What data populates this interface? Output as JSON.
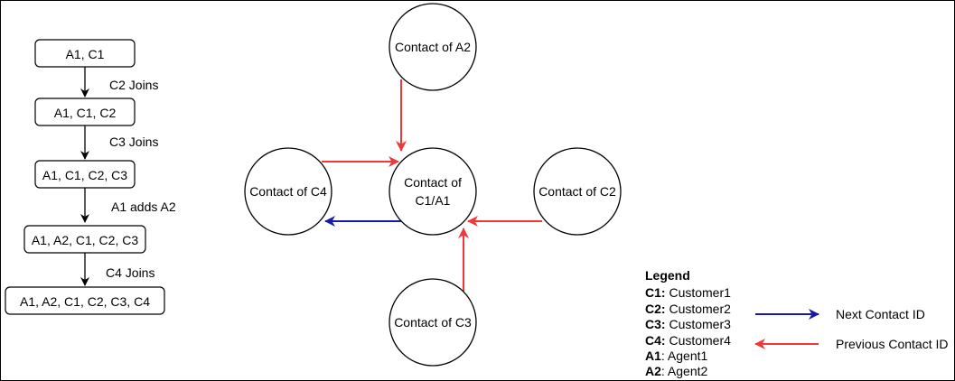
{
  "colors": {
    "next": "#1a1aaa",
    "previous": "#f03838",
    "outline": "#000000",
    "fill": "#ffffff"
  },
  "flow": {
    "boxes": [
      "A1, C1",
      "A1, C1, C2",
      "A1, C1, C2, C3",
      "A1, A2, C1, C2, C3",
      "A1, A2, C1, C2, C3, C4"
    ],
    "steps": [
      "C2 Joins",
      "C3 Joins",
      "A1 adds A2",
      "C4 Joins"
    ]
  },
  "graph": {
    "nodes": {
      "a2": [
        "Contact of A2"
      ],
      "c4": [
        "Contact of C4"
      ],
      "center": [
        "Contact of",
        "C1/A1"
      ],
      "c2": [
        "Contact of C2"
      ],
      "c3": [
        "Contact of C3"
      ]
    }
  },
  "legend": {
    "title": "Legend",
    "entries": [
      {
        "key": "C1:",
        "value": " Customer1"
      },
      {
        "key": "C2:",
        "value": " Customer2"
      },
      {
        "key": "C3:",
        "value": " Customer3"
      },
      {
        "key": "C4:",
        "value": " Customer4"
      },
      {
        "key": "A1",
        "value": ": Agent1"
      },
      {
        "key": "A2",
        "value": ": Agent2"
      }
    ],
    "next_label": "Next Contact ID",
    "previous_label": "Previous Contact ID"
  }
}
